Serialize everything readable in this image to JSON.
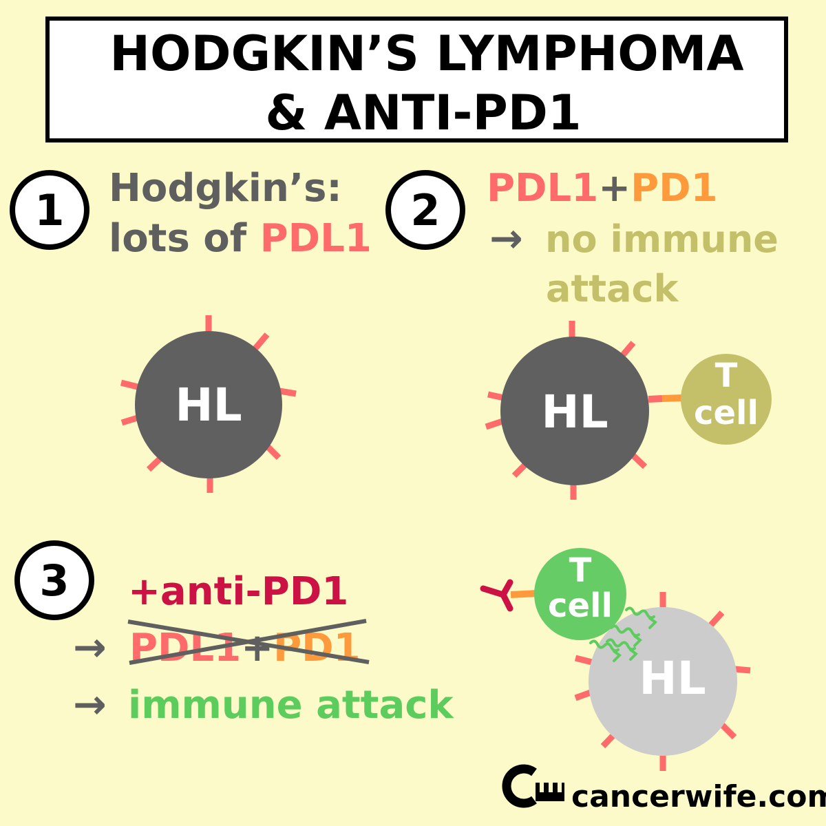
{
  "title": {
    "line1": "HODGKIN’S LYMPHOMA",
    "line2": "& ANTI-PD1"
  },
  "colors": {
    "background": "#fcfac8",
    "pdl1": "#ff6b6b",
    "pd1": "#ff9a3c",
    "grey_text": "#5f5f5f",
    "hl_cell": "#606060",
    "hl_cell_attacked": "#cccccc",
    "t_cell_inactive": "#c4c06a",
    "t_cell_active": "#66cc66",
    "anti_pd1": "#cc1144",
    "immune_text": "#5ccc5c",
    "no_immune_text": "#c4c06a"
  },
  "step1": {
    "number": "1",
    "line1": "Hodgkin’s:",
    "line2_prefix": "lots of ",
    "line2_highlight": "PDL1",
    "cell_label": "HL"
  },
  "step2": {
    "number": "2",
    "line1_a": "PDL1",
    "line1_plus": "+",
    "line1_b": "PD1",
    "arrow": "→",
    "line2": "no immune",
    "line3": "attack",
    "cell_label": "HL",
    "tcell_label1": "T",
    "tcell_label2": "cell"
  },
  "step3": {
    "number": "3",
    "line1": "+anti-PD1",
    "arrow": "→",
    "line2_a": "PDL1",
    "line2_plus": "+",
    "line2_b": "PD1",
    "line3": "immune attack",
    "cell_label": "HL",
    "tcell_label1": "T",
    "tcell_label2": "cell"
  },
  "footer": {
    "site": "cancerwife.com"
  }
}
